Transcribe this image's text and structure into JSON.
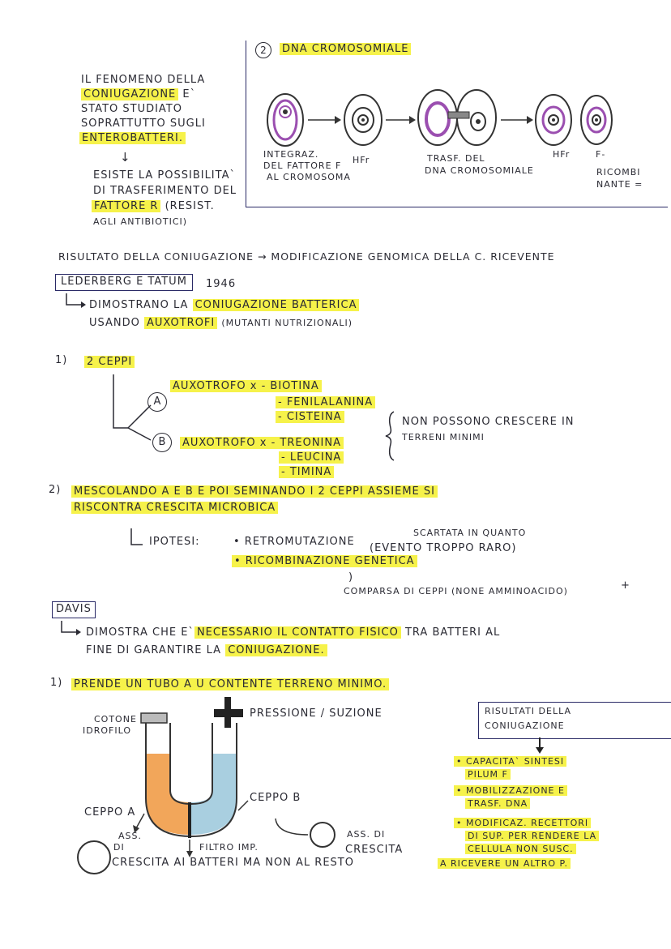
{
  "intro": {
    "line1": "IL FENOMENO DELLA",
    "line2": "CONIUGAZIONE",
    "line2b": "E`",
    "line3": "STATO STUDIATO",
    "line4": "SOPRATTUTTO SUGLI",
    "line5": "ENTEROBATTERI.",
    "arrow": "↓",
    "cont1": "ESISTE LA POSSIBILITA`",
    "cont2": "DI TRASFERIMENTO DEL",
    "cont3a": "FATTORE R",
    "cont3b": "(RESIST.",
    "cont4": "AGLI ANTIBIOTICI)"
  },
  "dna_panel": {
    "number": "2",
    "title": "DNA CROMOSOMIALE",
    "label_integr_1": "INTEGRAZ.",
    "label_integr_2": "DEL FATTORE F",
    "label_integr_3": "AL CROMOSOMA",
    "label_hfr1": "HFr",
    "label_trasf_1": "TRASF. DEL",
    "label_trasf_2": "DNA CROMOSOMIALE",
    "label_hfr2": "HFr",
    "label_f_1": "F-",
    "label_f_2": "RICOMBI",
    "label_f_3": "NANTE ="
  },
  "risultato": "RISULTATO DELLA CONIUGAZIONE → MODIFICAZIONE GENOMICA DELLA C. RICEVENTE",
  "lederberg": {
    "name": "LEDERBERG E TATUM",
    "year": "1946",
    "line1a": "DIMOSTRANO LA",
    "line1b": "CONIUGAZIONE BATTERICA",
    "line2a": "USANDO",
    "line2b": "AUXOTROFI",
    "line2c": "(MUTANTI NUTRIZIONALI)"
  },
  "step1": {
    "num": "1)",
    "title": "2 CEPPI",
    "a_label": "A",
    "a_line1": "AUXOTROFO x - BIOTINA",
    "a_line2": "- FENILALANINA",
    "a_line3": "- CISTEINA",
    "b_label": "B",
    "b_line1": "AUXOTROFO x - TREONINA",
    "b_line2": "- LEUCINA",
    "b_line3": "- TIMINA",
    "note1": "NON POSSONO CRESCERE IN",
    "note2": "TERRENI MINIMI"
  },
  "step2": {
    "num": "2)",
    "line1": "MESCOLANDO A E B E POI SEMINANDO I 2 CEPPI ASSIEME   SI",
    "line2": "RISCONTRA CRESCITA MICROBICA",
    "ipotesi": "IPOTESI:",
    "opt1": "• RETROMUTAZIONE",
    "opt1_note_a": "SCARTATA IN QUANTO",
    "opt1_note_b": "(EVENTO TROPPO RARO)",
    "opt2": "• RICOMBINAZIONE GENETICA",
    "paren": ")",
    "comparsa": "COMPARSA DI CEPPI (NONE AMMINOACIDO)",
    "plus": "+"
  },
  "davis": {
    "name": "DAVIS",
    "line1a": "DIMOSTRA CHE E`",
    "line1b": "NECESSARIO IL CONTATTO FISICO",
    "line1c": "TRA BATTERI AL",
    "line2a": "FINE DI GARANTIRE LA",
    "line2b": "CONIUGAZIONE."
  },
  "step3": {
    "num": "1)",
    "text": "PRENDE UN TUBO A U CONTENTE TERRENO MINIMO.",
    "cotone1": "COTONE",
    "cotone2": "IDROFILO",
    "pressione": "PRESSIONE / SUZIONE",
    "ceppo_a": "CEPPO A",
    "ceppo_b": "CEPPO B",
    "filtro": "FILTRO IMP.",
    "ass_a1": "ASS.",
    "ass_a2": "DI",
    "ass_b1": "ASS. DI",
    "ass_b2": "CRESCITA",
    "bottom": "CRESCITA AI BATTERI MA NON AL RESTO"
  },
  "results_box": {
    "title1": "RISULTATI DELLA",
    "title2": "CONIUGAZIONE",
    "item1a": "• CAPACITA` SINTESI",
    "item1b": "PILUM F",
    "item2a": "• MOBILIZZAZIONE E",
    "item2b": "TRASF. DNA",
    "item3a": "• MODIFICAZ. RECETTORI",
    "item3b": "DI SUP. PER RENDERE LA",
    "item3c": "CELLULA NON SUSC.",
    "item3d": "A RICEVERE UN ALTRO P."
  },
  "colors": {
    "highlight": "#f6f24a",
    "ink": "#2a2a33",
    "violet": "#9b4fb0",
    "orange": "#f2a65a",
    "lightblue": "#a9cfe0"
  }
}
